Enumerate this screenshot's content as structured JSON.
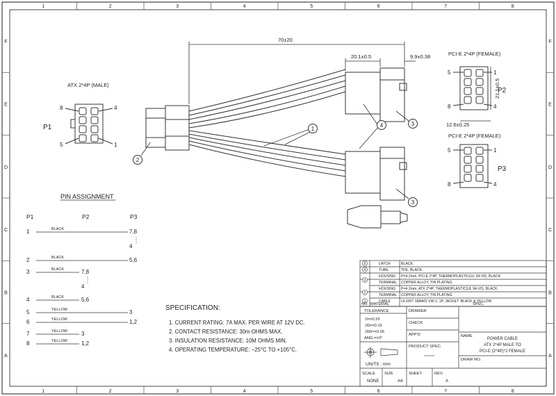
{
  "frame": {
    "cols": [
      "1",
      "2",
      "3",
      "4",
      "5",
      "6",
      "7",
      "8"
    ],
    "rows": [
      "F",
      "E",
      "D",
      "C",
      "B",
      "A"
    ]
  },
  "connectors": {
    "atx": {
      "title": "ATX 2*4P (MALE)",
      "tag": "P1",
      "pin_tl": "8",
      "pin_tr": "4",
      "pin_bl": "5",
      "pin_br": "1"
    },
    "pcie_p2": {
      "title": "PCI-E 2*4P (FEMALE)",
      "tag": "P2",
      "pin_tl": "5",
      "pin_tr": "1",
      "pin_bl": "8",
      "pin_br": "4"
    },
    "pcie_p3": {
      "title": "PCI-E 2*4P (FEMALE)",
      "tag": "P3",
      "pin_tl": "5",
      "pin_tr": "1",
      "pin_bl": "8",
      "pin_br": "4"
    }
  },
  "dimensions": {
    "overall": "70±20",
    "d1": "20.1±0.5",
    "d2": "9.9±0.38",
    "d3": "21.1±0.5",
    "d4": "12.6±0.25"
  },
  "balloons": [
    "1",
    "2",
    "3",
    "3",
    "4"
  ],
  "pin_assignment": {
    "title": "PIN ASSIGNMENT",
    "headers": [
      "P1",
      "P2",
      "P3"
    ],
    "rows": [
      {
        "p1": "1",
        "color": "BLACK",
        "p3": "7,8"
      },
      {
        "p1": "",
        "color": "",
        "p3": "4"
      },
      {
        "p1": "2",
        "color": "BLACK",
        "p3": "5,6"
      },
      {
        "p1": "3",
        "color": "BLACK",
        "p2": "7,8"
      },
      {
        "p1": "",
        "color": "",
        "p2": "4"
      },
      {
        "p1": "4",
        "color": "BLACK",
        "p2": "5,6"
      },
      {
        "p1": "5",
        "color": "YELLOW",
        "p3": "3"
      },
      {
        "p1": "6",
        "color": "YELLOW",
        "p3": "1,2"
      },
      {
        "p1": "7",
        "color": "YELLOW",
        "p2": "3"
      },
      {
        "p1": "8",
        "color": "YELLOW",
        "p2": "1,2"
      }
    ]
  },
  "specification": {
    "title": "SPECIFICATION:",
    "items": [
      "1.  CURRENT RATING: 7A MAX. PER WIRE AT 12V DC.",
      "2.  CONTACT RESISTANCE: 30m OHMS MAX.",
      "3.  INSULATION RESISTANCE: 10M OHMS MIN.",
      "4.  OPERATING TEMPERATURE: −25°C TO +105°C."
    ]
  },
  "bom": [
    {
      "no": "5",
      "name": "LATCH",
      "spec": "BLACK."
    },
    {
      "no": "4",
      "name": "TUBE",
      "spec": "TPE, BLACK."
    },
    {
      "no": "3",
      "name": "HOUSING",
      "spec": "P=4.2mm, PCI-E 2*4P, THERMOPLASTIC(UL 94-V0), BLACK."
    },
    {
      "no": "",
      "name": "TERMINAL",
      "spec": "COPPER ALLOY, TIN PLATING"
    },
    {
      "no": "2",
      "name": "HOUSING",
      "spec": "P=4.2mm, ATX 2*4P, THERMOPLASTIC(UL 94-V0), BLACK."
    },
    {
      "no": "",
      "name": "TERMINAL",
      "spec": "COPPER ALLOY, TIN PLATING"
    },
    {
      "no": "1",
      "name": "CABLE",
      "spec": "UL1007 18AWG VW-1, 1P, JACKET: BLACK & YELLOW"
    }
  ],
  "bom_header": {
    "no": "NO.",
    "material": "MATERIAL",
    "spec": "SPEC."
  },
  "title_block": {
    "tolerance": "TOLERANCE",
    "tol1": ".0=±0.25",
    "tol2": ".00=±0.15",
    "tol3": ".000=±0.05",
    "tol4": "ANG.=±3°",
    "units": "UNITS : mm",
    "drawer": "DRAWER",
    "check": "CHECK",
    "appd": "APP'D",
    "product_spec": "PRODUCT SPEC.",
    "name_label": "NAME",
    "name_l1": "POWER CABLE",
    "name_l2": "ATX 2*4P MALE TO",
    "name_l3": "PCI-E (2*4P)*2 FEMALE",
    "draw_no": "DRAW NO.",
    "scale_label": "SCALE",
    "scale_val": "NONE",
    "size_label": "SIZE",
    "size_val": "A4",
    "sheet_label": "SHEET",
    "rev_label": "REV.",
    "rev_val": "A"
  }
}
